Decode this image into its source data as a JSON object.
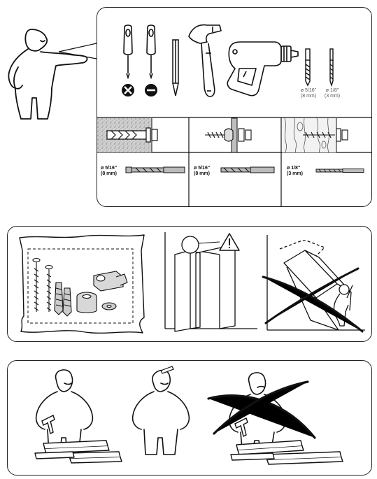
{
  "tools": {
    "drill_bits": [
      {
        "size_in": "ø 5/16\"",
        "size_mm": "(8 mm)"
      },
      {
        "size_in": "ø 1/8\"",
        "size_mm": "(3 mm)"
      }
    ]
  },
  "wall_types": [
    {
      "size_in": "ø 5/16\"",
      "size_mm": "(8 mm)"
    },
    {
      "size_in": "ø 5/16\"",
      "size_mm": "(8 mm)"
    },
    {
      "size_in": "ø 1/8\"",
      "size_mm": "(3 mm)"
    }
  ]
}
